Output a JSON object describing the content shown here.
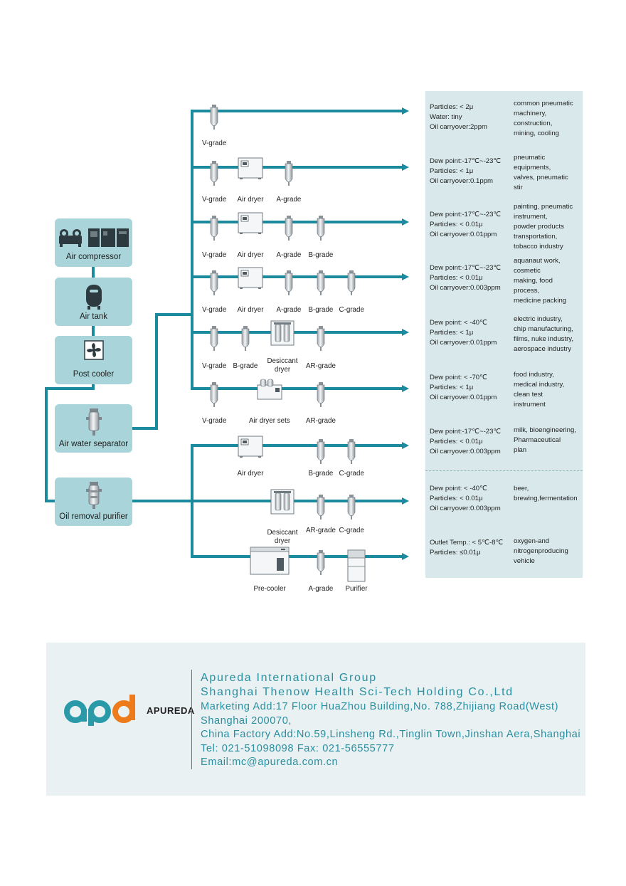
{
  "sources": [
    {
      "label": "Air compressor",
      "icon": "air-compressor-icon"
    },
    {
      "label": "Air tank",
      "icon": "air-tank-icon"
    },
    {
      "label": "Post cooler",
      "icon": "fan-icon"
    },
    {
      "label": "Air water separator",
      "icon": "separator-icon"
    },
    {
      "label": "Oil removal purifier",
      "icon": "purifier-icon"
    }
  ],
  "branches": [
    {
      "components": [
        {
          "label": "V-grade",
          "type": "filter"
        }
      ],
      "spec": [
        "Particles: < 2μ",
        "Water: tiny",
        "Oil carryover:2ppm"
      ],
      "applications": [
        "common pneumatic",
        "machinery,",
        "construction,",
        "mining, cooling"
      ]
    },
    {
      "components": [
        {
          "label": "V-grade",
          "type": "filter"
        },
        {
          "label": "Air dryer",
          "type": "dryer"
        },
        {
          "label": "A-grade",
          "type": "filter"
        }
      ],
      "spec": [
        "Dew point:-17℃~-23℃",
        "Particles: < 1μ",
        "Oil carryover:0.1ppm"
      ],
      "applications": [
        "pneumatic",
        "equipments,",
        "valves, pneumatic",
        "stir"
      ]
    },
    {
      "components": [
        {
          "label": "V-grade",
          "type": "filter"
        },
        {
          "label": "Air dryer",
          "type": "dryer"
        },
        {
          "label": "A-grade",
          "type": "filter"
        },
        {
          "label": "B-grade",
          "type": "filter"
        }
      ],
      "spec": [
        "Dew point:-17℃~-23℃",
        "Particles: < 0.01μ",
        "Oil carryover:0.01ppm"
      ],
      "applications": [
        "painting, pneumatic",
        "instrument,",
        "powder products",
        "transportation,",
        "tobacco industry"
      ]
    },
    {
      "components": [
        {
          "label": "V-grade",
          "type": "filter"
        },
        {
          "label": "Air dryer",
          "type": "dryer"
        },
        {
          "label": "A-grade",
          "type": "filter"
        },
        {
          "label": "B-grade",
          "type": "filter"
        },
        {
          "label": "C-grade",
          "type": "filter"
        }
      ],
      "spec": [
        "Dew point:-17℃~-23℃",
        "Particles: < 0.01μ",
        "Oil carryover:0.003ppm"
      ],
      "applications": [
        "aquanaut work,",
        "cosmetic",
        "making, food",
        "process,",
        "medicine packing"
      ]
    },
    {
      "components": [
        {
          "label": "V-grade",
          "type": "filter"
        },
        {
          "label": "B-grade",
          "type": "filter"
        },
        {
          "label": "Desiccant dryer",
          "type": "desiccant"
        },
        {
          "label": "AR-grade",
          "type": "filter"
        }
      ],
      "spec": [
        "Dew point: < -40℃",
        "Particles: < 1μ",
        "Oil carryover:0.01ppm"
      ],
      "applications": [
        "electric industry,",
        "chip manufacturing,",
        "films, nuke industry,",
        "aerospace industry"
      ]
    },
    {
      "components": [
        {
          "label": "V-grade",
          "type": "filter"
        },
        {
          "label": "Air dryer sets",
          "type": "dryer-set"
        },
        {
          "label": "AR-grade",
          "type": "filter"
        }
      ],
      "spec": [
        "Dew point: < -70℃",
        "Particles: < 1μ",
        "Oil carryover:0.01ppm"
      ],
      "applications": [
        "food industry,",
        "medical industry,",
        "clean test",
        "instrument"
      ]
    },
    {
      "components": [
        {
          "label": "Air dryer",
          "type": "dryer"
        },
        {
          "label": "B-grade",
          "type": "filter"
        },
        {
          "label": "C-grade",
          "type": "filter"
        }
      ],
      "spec": [
        "Dew point:-17℃~-23℃",
        "Particles: < 0.01μ",
        "Oil carryover:0.003ppm"
      ],
      "applications": [
        "milk, bioengineering,",
        "Pharmaceutical",
        "plan"
      ]
    },
    {
      "components": [
        {
          "label": "Desiccant dryer",
          "type": "desiccant"
        },
        {
          "label": "AR-grade",
          "type": "filter"
        },
        {
          "label": "C-grade",
          "type": "filter"
        }
      ],
      "spec": [
        "Dew point: < -40℃",
        "Particles: < 0.01μ",
        "Oil carryover:0.003ppm"
      ],
      "applications": [
        "beer,",
        "brewing,fermentation"
      ]
    },
    {
      "components": [
        {
          "label": "Pre-cooler",
          "type": "precooler"
        },
        {
          "label": "A-grade",
          "type": "filter"
        },
        {
          "label": "Purifier",
          "type": "purifier"
        }
      ],
      "spec": [
        "Outlet Temp.: < 5℃-8℃",
        "Particles: ≤0.01μ"
      ],
      "applications": [
        "oxygen-and",
        "nitrogenproducing",
        "vehicle"
      ]
    }
  ],
  "footer": {
    "logo_text": "APUREDA",
    "company": "Apureda International Group",
    "subsidiary": "Shanghai Thenow Health Sci-Tech Holding Co.,Ltd",
    "marketing_address": "Marketing Add:17 Floor HuaZhou Building,No. 788,Zhijiang Road(West)",
    "marketing_city": "Shanghai 200070,",
    "factory_address": "China Factory Add:No.59,Linsheng Rd.,Tinglin Town,Jinshan Aera,Shanghai",
    "phone_fax": "Tel: 021-51098098 Fax: 021-56555777",
    "email": "Email:mc@apureda.com.cn"
  },
  "colors": {
    "pipe": "#1b8a9c",
    "box": "#a9d4d9",
    "info": "#d9e9eb",
    "accent_orange": "#ee7b1b",
    "accent_teal": "#2a8fa0"
  }
}
